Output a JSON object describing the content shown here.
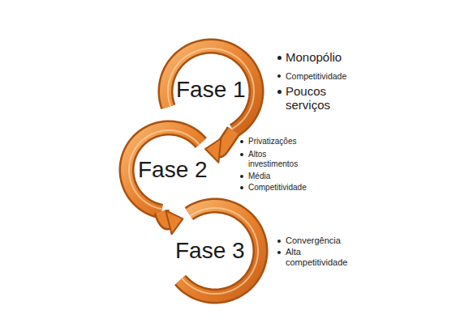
{
  "diagram": {
    "nodes": [
      {
        "text": [
          "Fase 1"
        ]
      },
      {
        "text": [
          "Fase 2"
        ]
      },
      {
        "text": [
          "Fase 3"
        ]
      }
    ],
    "edges": [
      {
        "from": 0,
        "to": 1,
        "arrow": "to"
      },
      {
        "from": 1,
        "to": 2,
        "arrow": "to"
      }
    ],
    "labels": [
      "Monopólio",
      "Competitividade",
      "Poucos serviços",
      "Privatizações",
      "Altos investimentos",
      "Média",
      "Competitividade",
      "Convergência",
      "Alta competitividade"
    ]
  }
}
